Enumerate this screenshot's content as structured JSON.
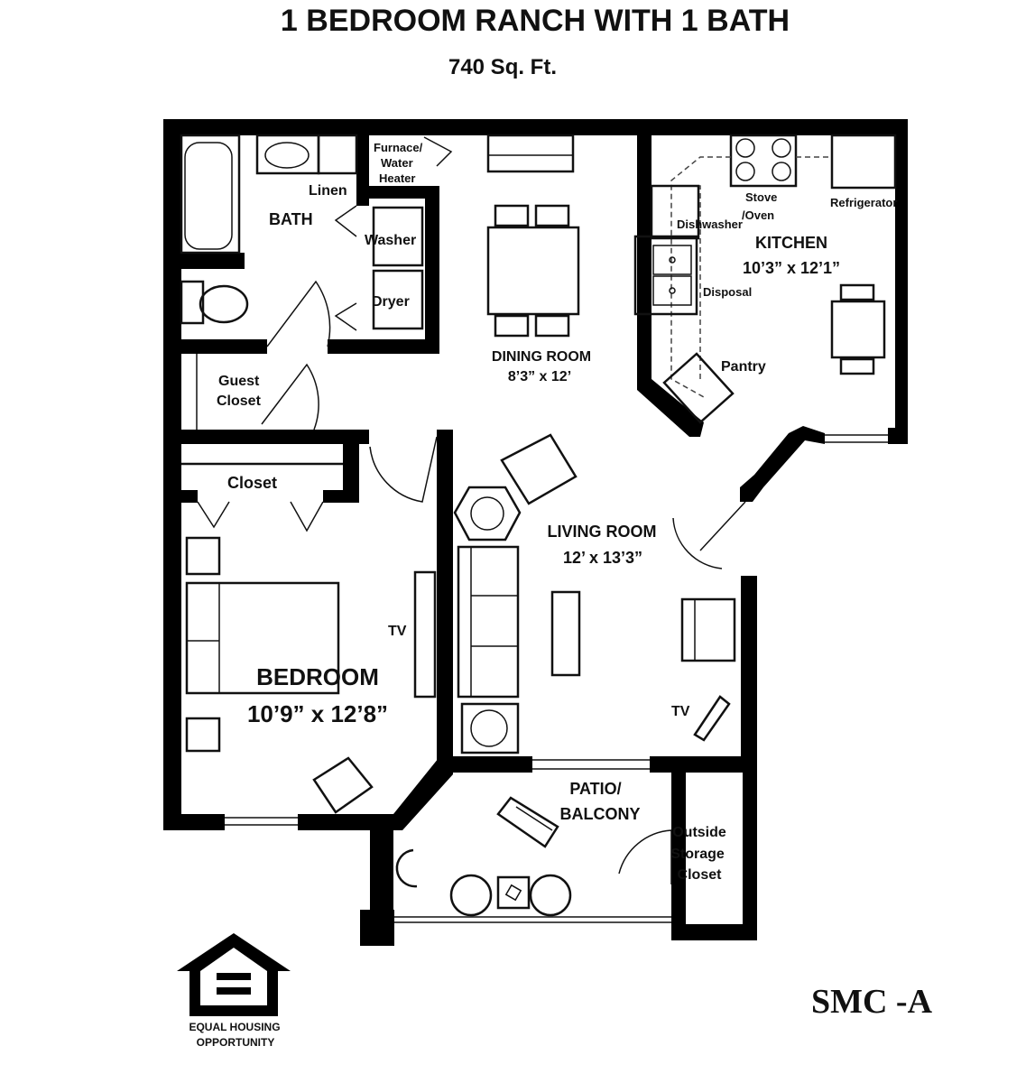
{
  "header": {
    "title": "1 BEDROOM RANCH WITH 1 BATH",
    "area": "740 Sq. Ft."
  },
  "rooms": {
    "bath": "BATH",
    "linen": "Linen",
    "furnace_1": "Furnace/",
    "furnace_2": "Water",
    "furnace_3": "Heater",
    "washer": "Washer",
    "dryer": "Dryer",
    "guest_closet_1": "Guest",
    "guest_closet_2": "Closet",
    "dining_name": "DINING ROOM",
    "dining_dim": "8’3” x 12’",
    "stove_1": "Stove",
    "stove_2": "/Oven",
    "refrigerator": "Refrigerator",
    "dishwasher": "Dishwasher",
    "kitchen_name": "KITCHEN",
    "kitchen_dim": "10’3” x 12’1”",
    "disposal": "Disposal",
    "pantry": "Pantry",
    "closet": "Closet",
    "living_name": "LIVING ROOM",
    "living_dim": "12’ x 13’3”",
    "tv_bedroom": "TV",
    "tv_living": "TV",
    "bedroom_name": "BEDROOM",
    "bedroom_dim": "10’9” x 12’8”",
    "patio_1": "PATIO/",
    "patio_2": "BALCONY",
    "storage_1": "Outside",
    "storage_2": "Storage",
    "storage_3": "Closet"
  },
  "footer": {
    "eho_1": "EQUAL HOUSING",
    "eho_2": "OPPORTUNITY",
    "plan_code": "SMC -A"
  }
}
